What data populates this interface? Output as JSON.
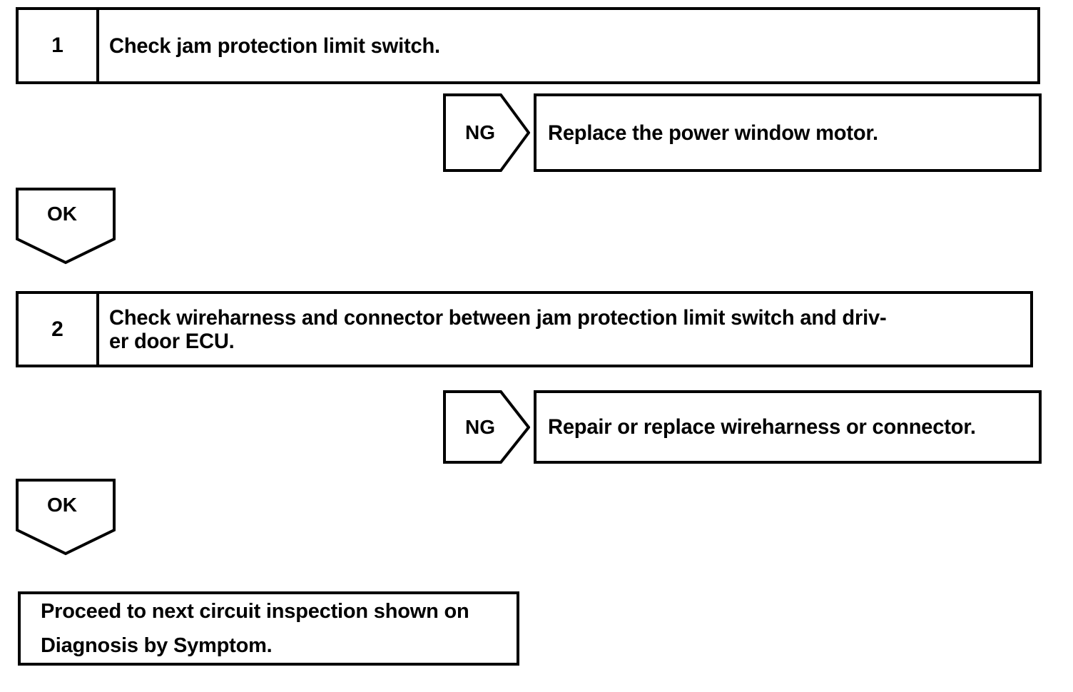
{
  "document": {
    "type": "troubleshooting-flowchart",
    "line_color": "#000000",
    "background_color": "#ffffff"
  },
  "steps": [
    {
      "number": "1",
      "text": "Check jam protection limit switch.",
      "branch": {
        "label": "NG",
        "result": "Replace the power window motor."
      },
      "pass": {
        "label": "OK"
      }
    },
    {
      "number": "2",
      "text": "Check wireharness and connector between jam protection limit switch and driv-\ner door ECU.",
      "branch": {
        "label": "NG",
        "result": "Repair or replace wireharness or connector."
      },
      "pass": {
        "label": "OK"
      }
    }
  ],
  "final": {
    "text": "Proceed to next circuit inspection shown on\nDiagnosis by Symptom."
  }
}
